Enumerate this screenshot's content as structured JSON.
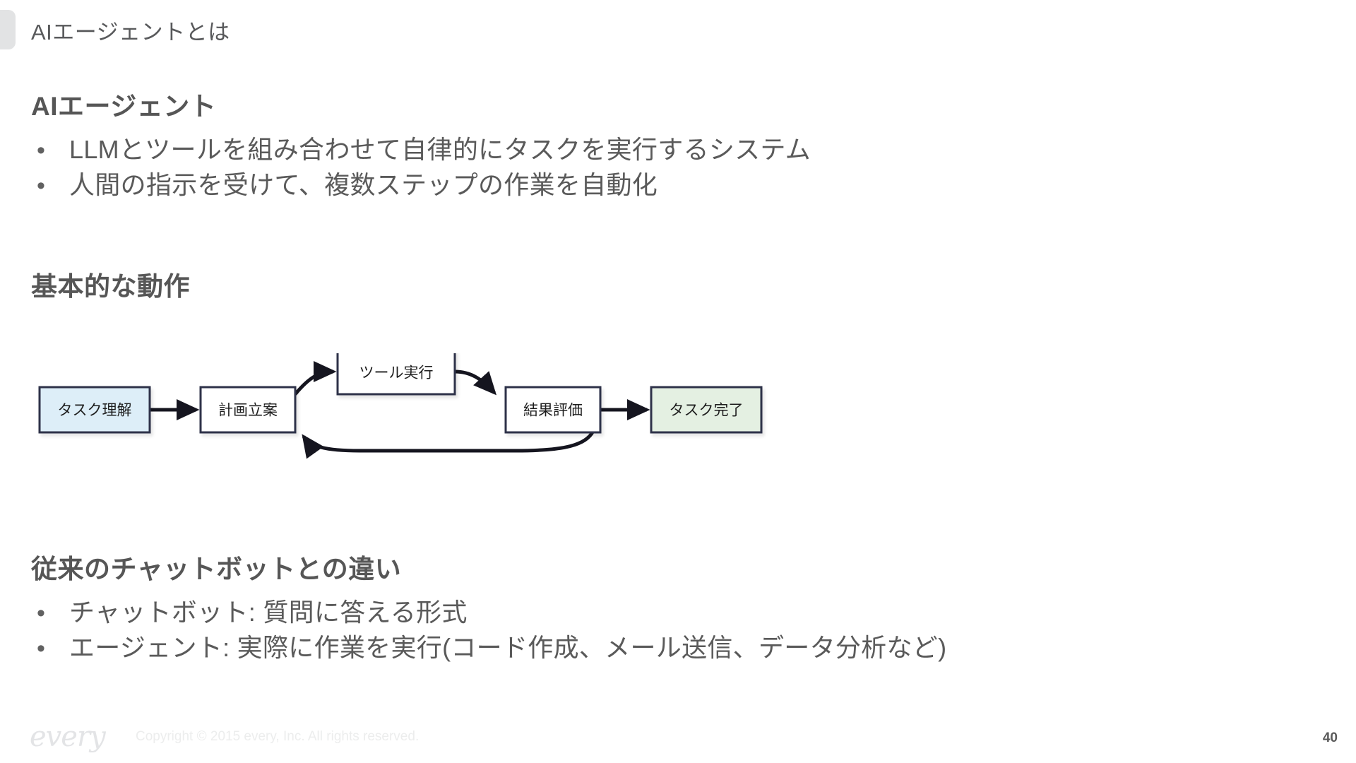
{
  "header": {
    "title": "AIエージェントとは",
    "tab_icon": "rounded-tab-marker"
  },
  "sections": [
    {
      "id": "agent",
      "heading": "AIエージェント",
      "bullets": [
        "LLMとツールを組み合わせて自律的にタスクを実行するシステム",
        "人間の指示を受けて、複数ステップの作業を自動化"
      ]
    },
    {
      "id": "flow",
      "heading": "基本的な動作",
      "bullets": []
    },
    {
      "id": "diff",
      "heading": "従来のチャットボットとの違い",
      "bullets": [
        "チャットボット: 質問に答える形式",
        "エージェント: 実際に作業を実行(コード作成、メール送信、データ分析など)"
      ]
    }
  ],
  "bullet_marker": "•",
  "diagram": {
    "nodes": [
      {
        "id": "task-understanding",
        "label": "タスク理解",
        "fill": "#ddeef8"
      },
      {
        "id": "plan-making",
        "label": "計画立案",
        "fill": "#ffffff"
      },
      {
        "id": "tool-execution",
        "label": "ツール実行",
        "fill": "#ffffff"
      },
      {
        "id": "result-evaluation",
        "label": "結果評価",
        "fill": "#ffffff"
      },
      {
        "id": "task-complete",
        "label": "タスク完了",
        "fill": "#e4f0e2"
      }
    ],
    "edges": [
      {
        "from": "task-understanding",
        "to": "plan-making",
        "style": "straight"
      },
      {
        "from": "plan-making",
        "to": "tool-execution",
        "style": "curved-up"
      },
      {
        "from": "tool-execution",
        "to": "result-evaluation",
        "style": "curved-down"
      },
      {
        "from": "result-evaluation",
        "to": "plan-making",
        "style": "feedback-loop"
      },
      {
        "from": "result-evaluation",
        "to": "task-complete",
        "style": "straight"
      }
    ],
    "border_color": "#2e3348",
    "arrow_color": "#15151f"
  },
  "footer": {
    "logo": "every",
    "copyright": "Copyright © 2015 every, Inc. All rights reserved.",
    "page_number": "40"
  }
}
